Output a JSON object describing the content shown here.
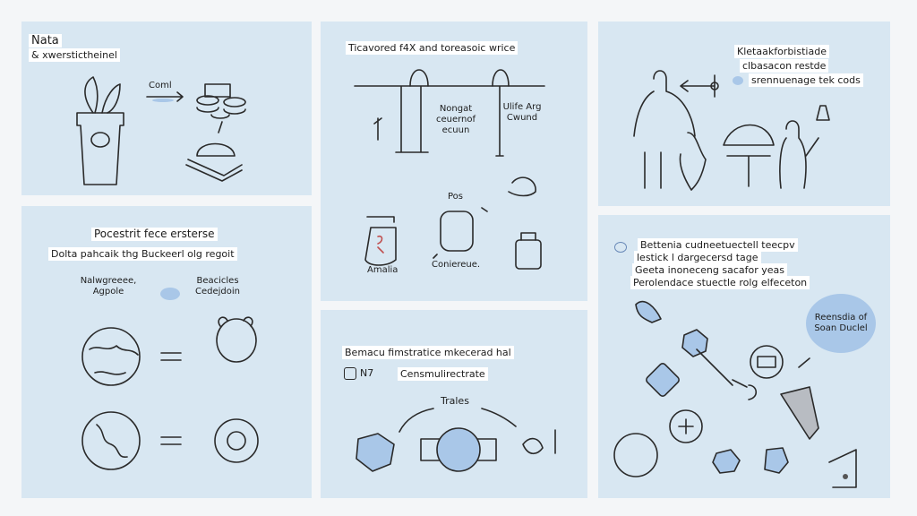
{
  "panel1": {
    "title": "Nata",
    "subtitle": "& xwerstictheinel",
    "arrow_label": "Coml"
  },
  "panel2": {
    "title": "Pocestrit fece ersterse",
    "subtitle": "Dolta pahcaik thg Buckeerl olg regoit",
    "left_label": "Nalwgreeee, Agpole",
    "right_label": "Beacicles Cedejdoin"
  },
  "panel3": {
    "title": "Ticavored f4X and toreasoic wrice",
    "mid_label": "Nongat ceuernof ecuun",
    "right_label": "Ulife Arg Cwund",
    "bottom_left": "Amalia",
    "bottom_mid_top": "Pos",
    "bottom_mid": "Coniereue."
  },
  "panel4": {
    "title": "Bemacu fimstratice mkecerad hal",
    "code": "N7",
    "subtitle": "Censmulirectrate",
    "center_label": "Trales"
  },
  "panel5": {
    "lines": [
      "Kletaakforbistiade",
      "clbasacon restde",
      "srennuenage tek cods"
    ]
  },
  "panel6": {
    "lines": [
      "Bettenia cudneetuectell teecpv",
      "lestick l dargecersd tage",
      "Geeta inoneceng sacafor yeas",
      "Perolendace stuectle rolg elfeceton"
    ],
    "bubble": "Reensdia of Soan Duclel"
  }
}
